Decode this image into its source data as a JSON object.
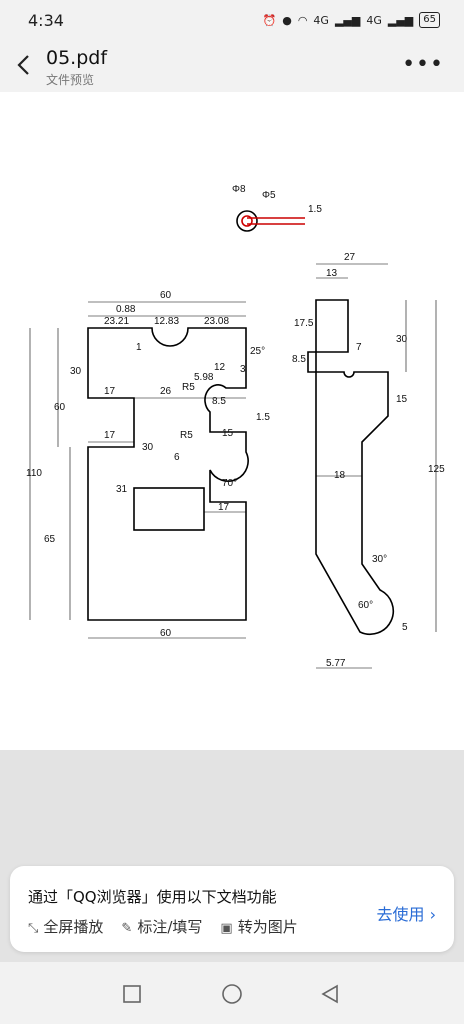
{
  "status": {
    "time": "4:34",
    "net1": "4G",
    "net2": "4G",
    "battery": "65"
  },
  "header": {
    "title": "05.pdf",
    "subtitle": "文件预览"
  },
  "drawing": {
    "left_labels": [
      "0.88",
      "60",
      "23.21",
      "12.83",
      "23.08",
      "1",
      "30",
      "5.98",
      "25°",
      "12",
      "3",
      "R5",
      "R5",
      "17",
      "26",
      "8.5",
      "60",
      "110",
      "17",
      "30",
      "15",
      "6",
      "1.5",
      "31",
      "70°",
      "17",
      "65",
      "60"
    ],
    "small_labels": [
      "Φ8",
      "Φ5",
      "1.5"
    ],
    "right_labels": [
      "27",
      "13",
      "17.5",
      "30",
      "8.5",
      "7",
      "15",
      "125",
      "18",
      "30°",
      "60°",
      "5",
      "5.77"
    ]
  },
  "banner": {
    "message": "通过「QQ浏览器」使用以下文档功能",
    "features": [
      {
        "icon": "⤡",
        "label": "全屏播放"
      },
      {
        "icon": "✎",
        "label": "标注/填写"
      },
      {
        "icon": "▣",
        "label": "转为图片"
      }
    ],
    "cta": "去使用",
    "cta_arrow": "›"
  }
}
